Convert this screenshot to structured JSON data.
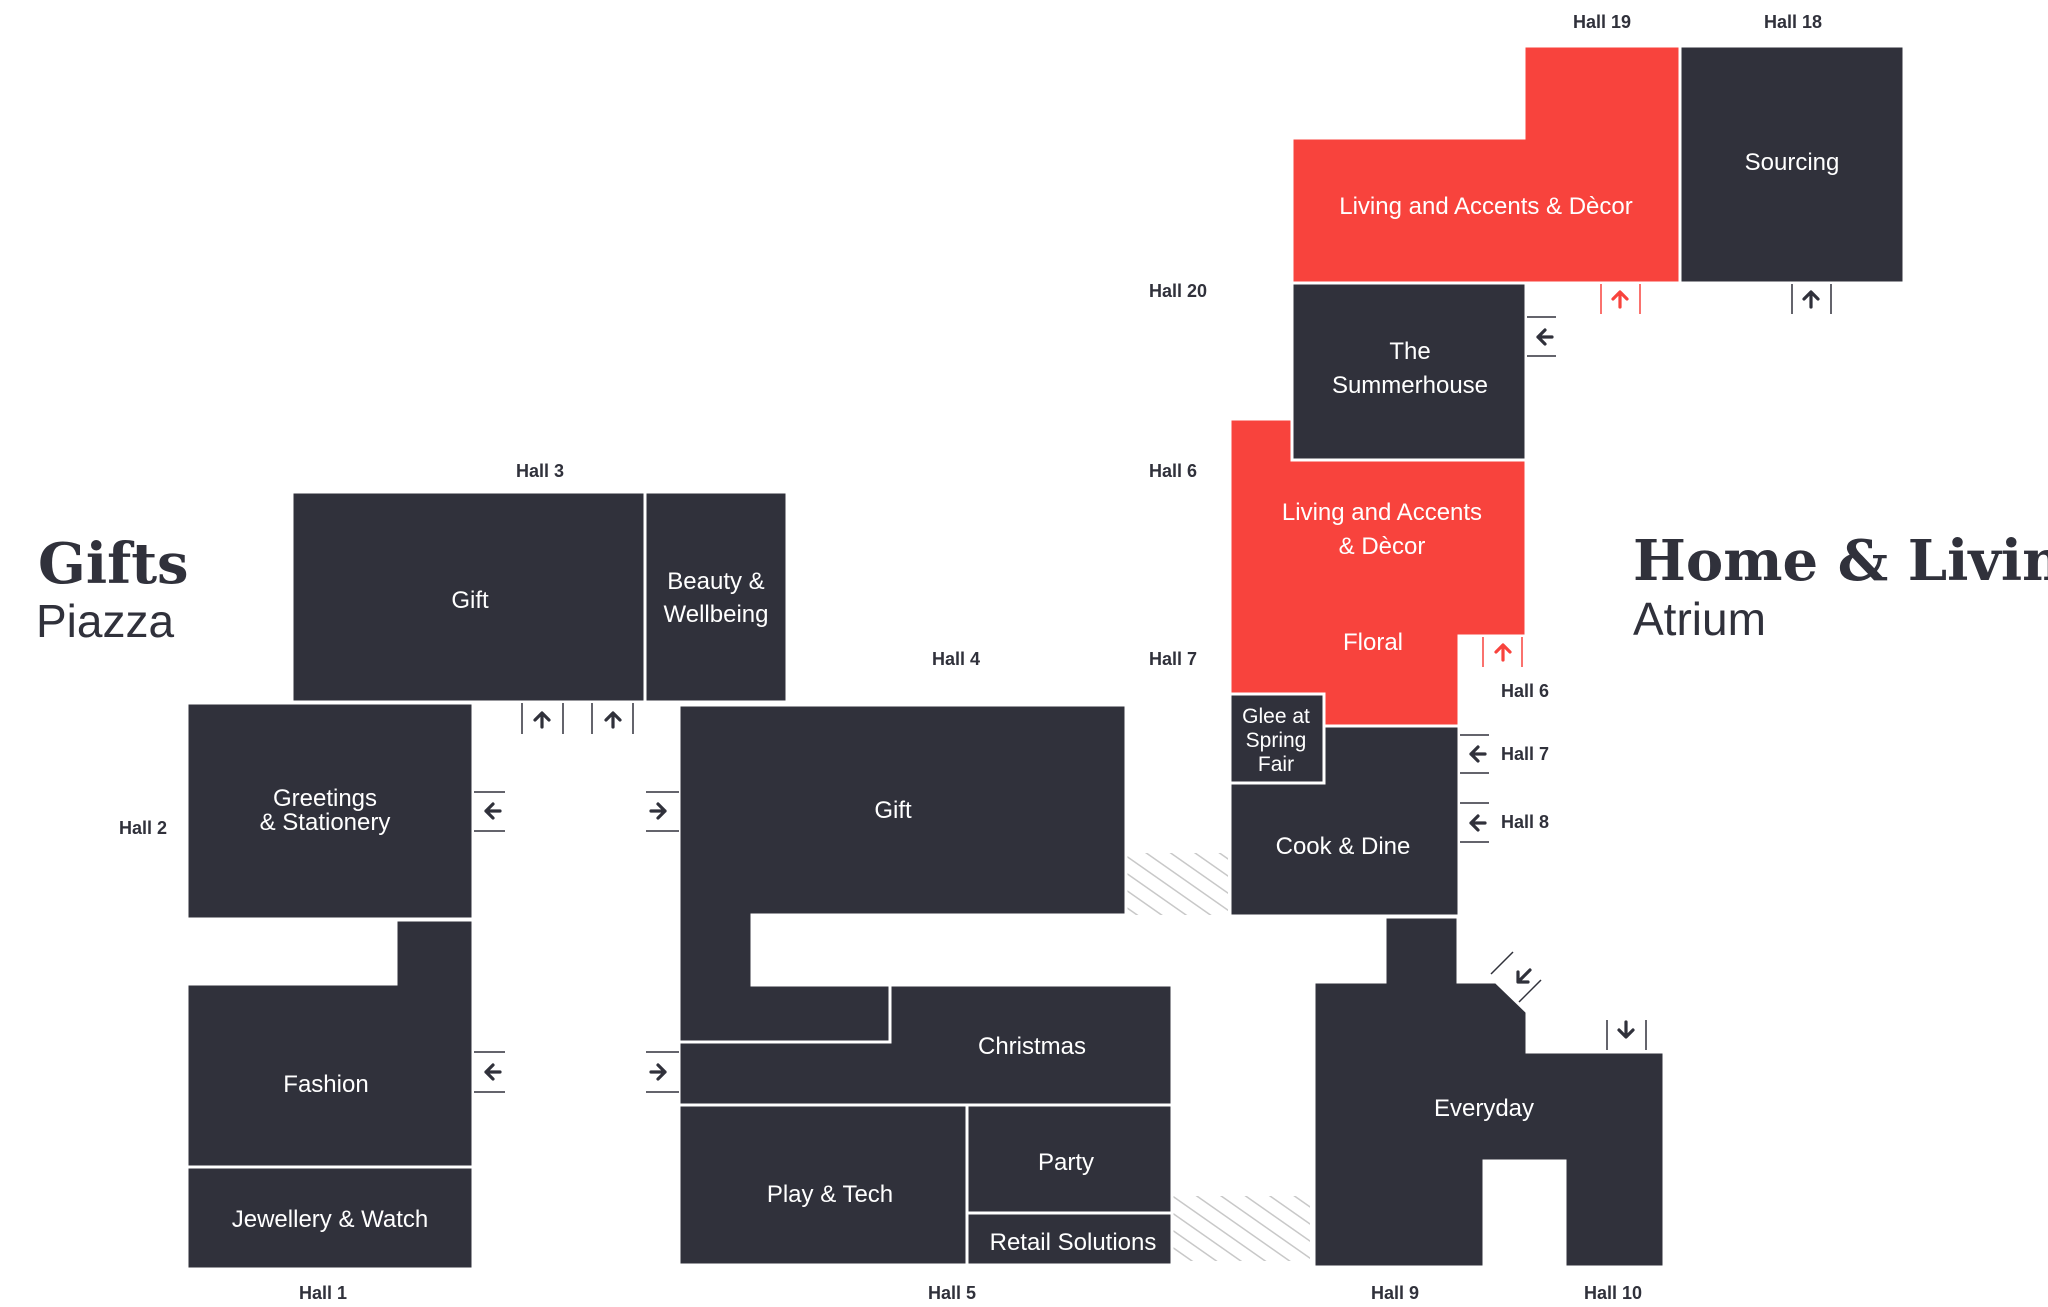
{
  "areas": {
    "gifts_title": "Gifts",
    "gifts_subtitle": "Piazza",
    "home_title": "Home & Living",
    "home_subtitle": "Atrium"
  },
  "halls": {
    "hall1": "Hall 1",
    "hall2": "Hall 2",
    "hall3": "Hall 3",
    "hall4": "Hall 4",
    "hall5": "Hall 5",
    "hall6_top": "Hall 6",
    "hall6_side": "Hall 6",
    "hall7_left": "Hall 7",
    "hall7_side": "Hall 7",
    "hall8": "Hall 8",
    "hall9": "Hall 9",
    "hall10": "Hall 10",
    "hall18": "Hall 18",
    "hall19": "Hall 19",
    "hall20": "Hall 20"
  },
  "zones": {
    "gift_hall3": "Gift",
    "beauty_1": "Beauty &",
    "beauty_2": "Wellbeing",
    "greetings_1": "Greetings",
    "greetings_2": "& Stationery",
    "fashion": "Fashion",
    "jewellery": "Jewellery & Watch",
    "gift_hall4": "Gift",
    "christmas": "Christmas",
    "play_tech": "Play & Tech",
    "party": "Party",
    "retail": "Retail Solutions",
    "cook_dine": "Cook & Dine",
    "glee_1": "Glee at",
    "glee_2": "Spring",
    "glee_3": "Fair",
    "everyday": "Everyday",
    "living_6_1": "Living and Accents",
    "living_6_2": "& Dècor",
    "floral": "Floral",
    "summerhouse_1": "The",
    "summerhouse_2": "Summerhouse",
    "living_19": "Living and Accents & Dècor",
    "sourcing": "Sourcing"
  },
  "colors": {
    "zone": "#30313b",
    "highlight": "#f8433d",
    "hatch": "#cfcfcf"
  }
}
